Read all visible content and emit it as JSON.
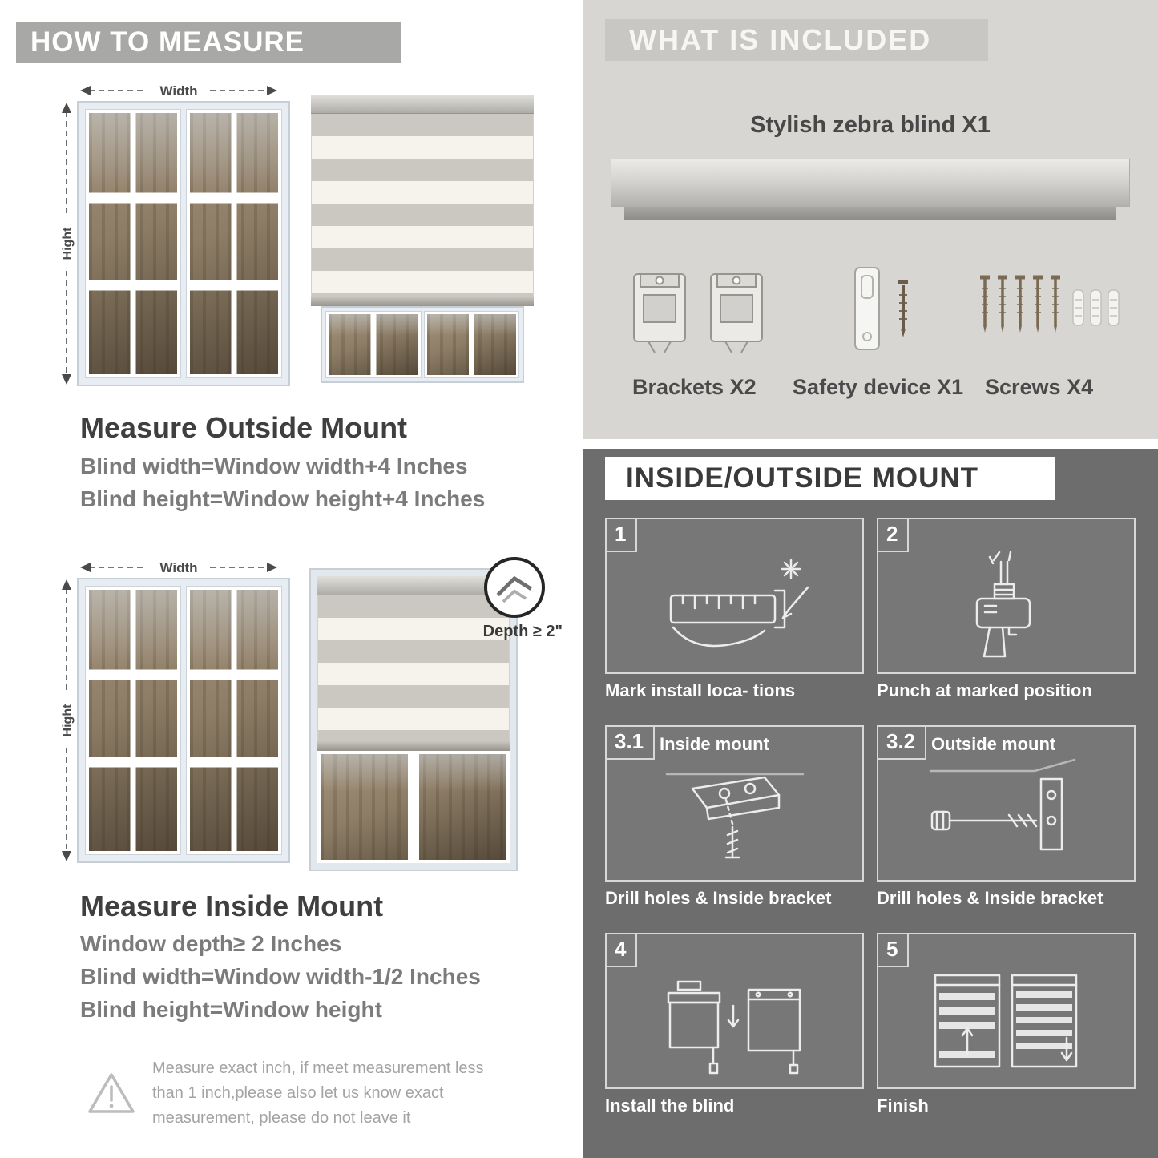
{
  "left": {
    "banner": "HOW TO MEASURE",
    "labels": {
      "width": "Width",
      "height": "Hight"
    },
    "outside": {
      "title": "Measure Outside Mount",
      "line1": "Blind width=Window width+4 Inches",
      "line2": "Blind height=Window height+4 Inches"
    },
    "inside": {
      "depth": "Depth ≥ 2\"",
      "title": "Measure Inside Mount",
      "line1": "Window depth≥ 2 Inches",
      "line2": "Blind width=Window width-1/2 Inches",
      "line3": "Blind height=Window height"
    },
    "warning": "Measure exact inch, if meet measurement less than 1 inch,please also let us know exact measurement, please do not leave it"
  },
  "right": {
    "included": {
      "header": "WHAT IS INCLUDED",
      "product": "Stylish zebra blind X1",
      "brackets_label": "Brackets X2",
      "safety_label": "Safety device X1",
      "screws_label": "Screws X4"
    },
    "mount": {
      "header": "INSIDE/OUTSIDE MOUNT",
      "steps": [
        {
          "num": "1",
          "label": "",
          "caption": "Mark install loca- tions"
        },
        {
          "num": "2",
          "label": "",
          "caption": "Punch at  marked position"
        },
        {
          "num": "3.1",
          "label": "Inside mount",
          "caption": "Drill holes &  Inside bracket"
        },
        {
          "num": "3.2",
          "label": "Outside mount",
          "caption": "Drill holes &  Inside bracket"
        },
        {
          "num": "4",
          "label": "",
          "caption": "Install the blind"
        },
        {
          "num": "5",
          "label": "",
          "caption": "Finish"
        }
      ]
    }
  }
}
